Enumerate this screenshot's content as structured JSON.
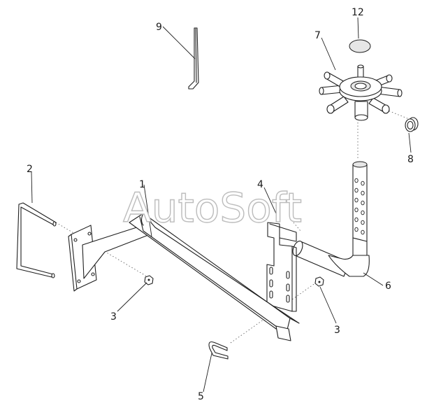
{
  "watermark": "AutoSoft",
  "callouts": {
    "c1": "1",
    "c2": "2",
    "c3a": "3",
    "c3b": "3",
    "c4": "4",
    "c5": "5",
    "c6": "6",
    "c7": "7",
    "c8": "8",
    "c9": "9",
    "c12": "12"
  }
}
